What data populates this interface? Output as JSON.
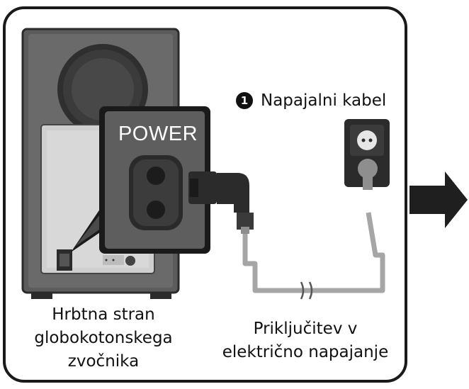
{
  "callout": {
    "power_label": "POWER"
  },
  "step": {
    "number": "1",
    "label": "Napajalni kabel"
  },
  "labels": {
    "subwoofer_back": [
      "Hrbtna stran",
      "globokotonskega",
      "zvočnika"
    ],
    "power_connection": [
      "Priključitev v",
      "električno napajanje"
    ]
  },
  "colors": {
    "frame": "#1a1a1a",
    "speaker_body": "#5c5c5c",
    "speaker_dark": "#2e2e2e",
    "panel": "#cfcfcf",
    "cable": "#a6a6a6",
    "plug": "#2b2b2b"
  }
}
